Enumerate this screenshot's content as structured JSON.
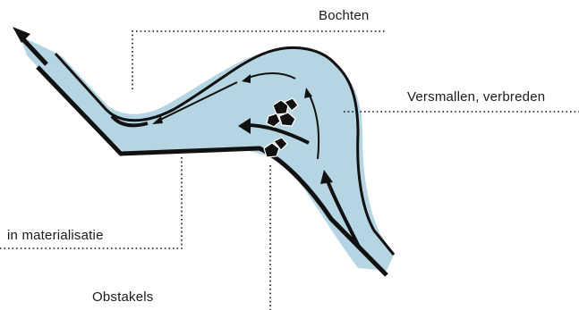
{
  "labels": {
    "bends": "Bochten",
    "narrow_widen": "Versmallen, verbreden",
    "materialisation": "in materialisatie",
    "obstacles": "Obstakels"
  },
  "colors": {
    "water": "#b5d5e2",
    "ink": "#111111",
    "background": "#ffffff"
  }
}
